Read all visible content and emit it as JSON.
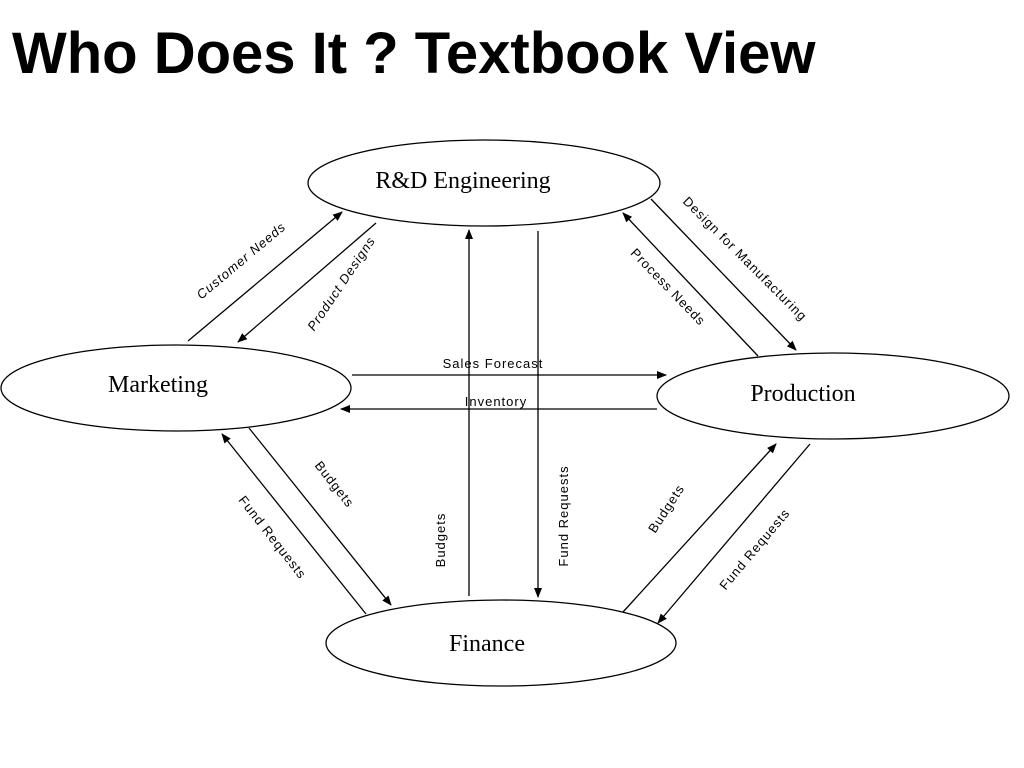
{
  "title": "Who Does It ? Textbook View",
  "nodes": {
    "rd": "R&D Engineering",
    "marketing": "Marketing",
    "production": "Production",
    "finance": "Finance"
  },
  "edges": {
    "customer_needs": "Customer Needs",
    "product_designs": "Product Designs",
    "design_for_manufacturing": "Design for Manufacturing",
    "process_needs": "Process Needs",
    "sales_forecast": "Sales Forecast",
    "inventory": "Inventory",
    "budgets_marketing": "Budgets",
    "fund_requests_marketing": "Fund Requests",
    "budgets_rd": "Budgets",
    "fund_requests_rd": "Fund Requests",
    "budgets_production": "Budgets",
    "fund_requests_production": "Fund Requests"
  }
}
